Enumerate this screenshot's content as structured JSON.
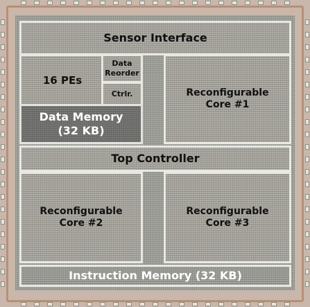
{
  "blocks": {
    "sensor_interface": "Sensor Interface",
    "pes": "16 PEs",
    "data_reorder_1": "Data",
    "data_reorder_2": "Reorder",
    "ctrlr": "Ctrlr.",
    "data_memory_1": "Data Memory",
    "data_memory_2": "(32 KB)",
    "core1_1": "Reconfigurable",
    "core1_2": "Core #1",
    "top_controller": "Top Controller",
    "core2_1": "Reconfigurable",
    "core2_2": "Core #2",
    "core3_1": "Reconfigurable",
    "core3_2": "Core #3",
    "instruction_memory": "Instruction Memory (32 KB)"
  },
  "colors": {
    "block_outline": "#e9e9e4",
    "dark_block": "#6f706d",
    "seal_ring": "#b88f74"
  }
}
